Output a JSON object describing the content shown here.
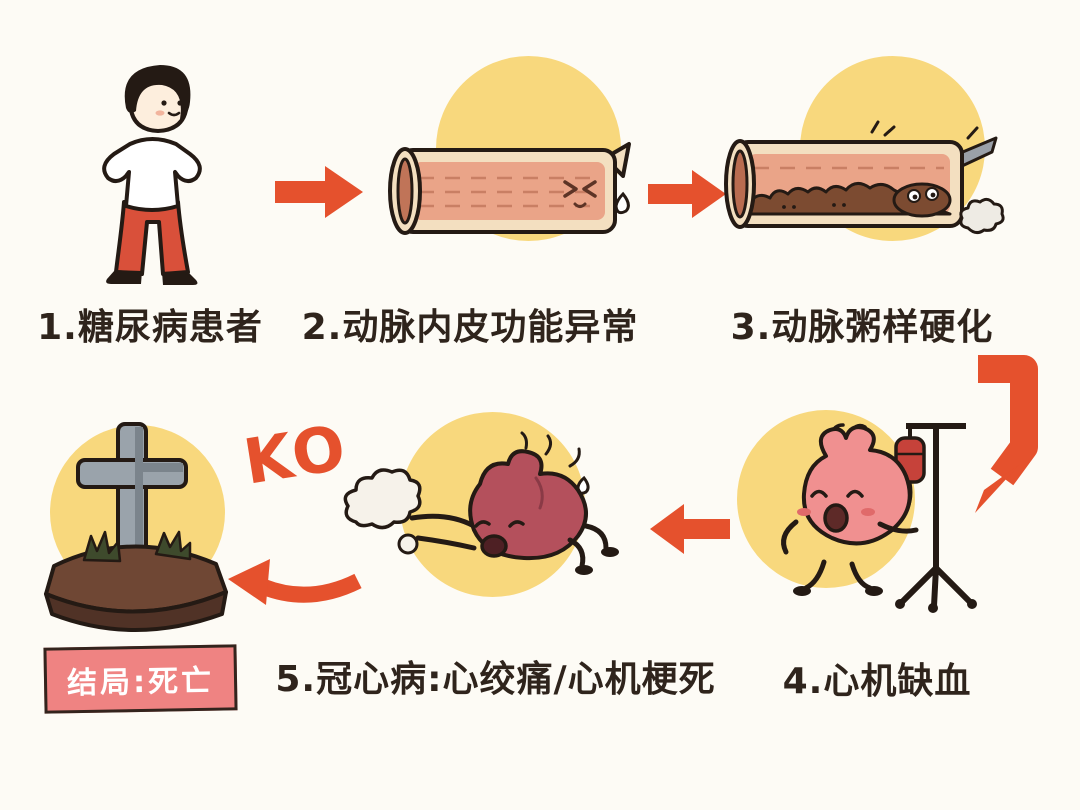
{
  "palette": {
    "background": "#fdfbf5",
    "arrow": "#e5512d",
    "halo": "#f8d87d",
    "label_text": "#2f241c",
    "death_label_bg": "#ef8382",
    "death_label_text": "#ffffff",
    "ko_color": "#e5512d",
    "vessel_wall": "#f3dfc0",
    "vessel_inner": "#eaa488",
    "plaque": "#7c4b31",
    "heart_pink": "#f09090",
    "heart_dark": "#b4505c",
    "pants_red": "#d9503a"
  },
  "steps": {
    "step1": {
      "label": "1.糖尿病患者"
    },
    "step2": {
      "label": "2.动脉内皮功能异常"
    },
    "step3": {
      "label": "3.动脉粥样硬化"
    },
    "step4": {
      "label": "4.心机缺血"
    },
    "step5": {
      "label": "5.冠心病:心绞痛/心机梗死"
    },
    "outcome": {
      "label": "结局:死亡"
    }
  },
  "annotations": {
    "ko": "KO"
  }
}
